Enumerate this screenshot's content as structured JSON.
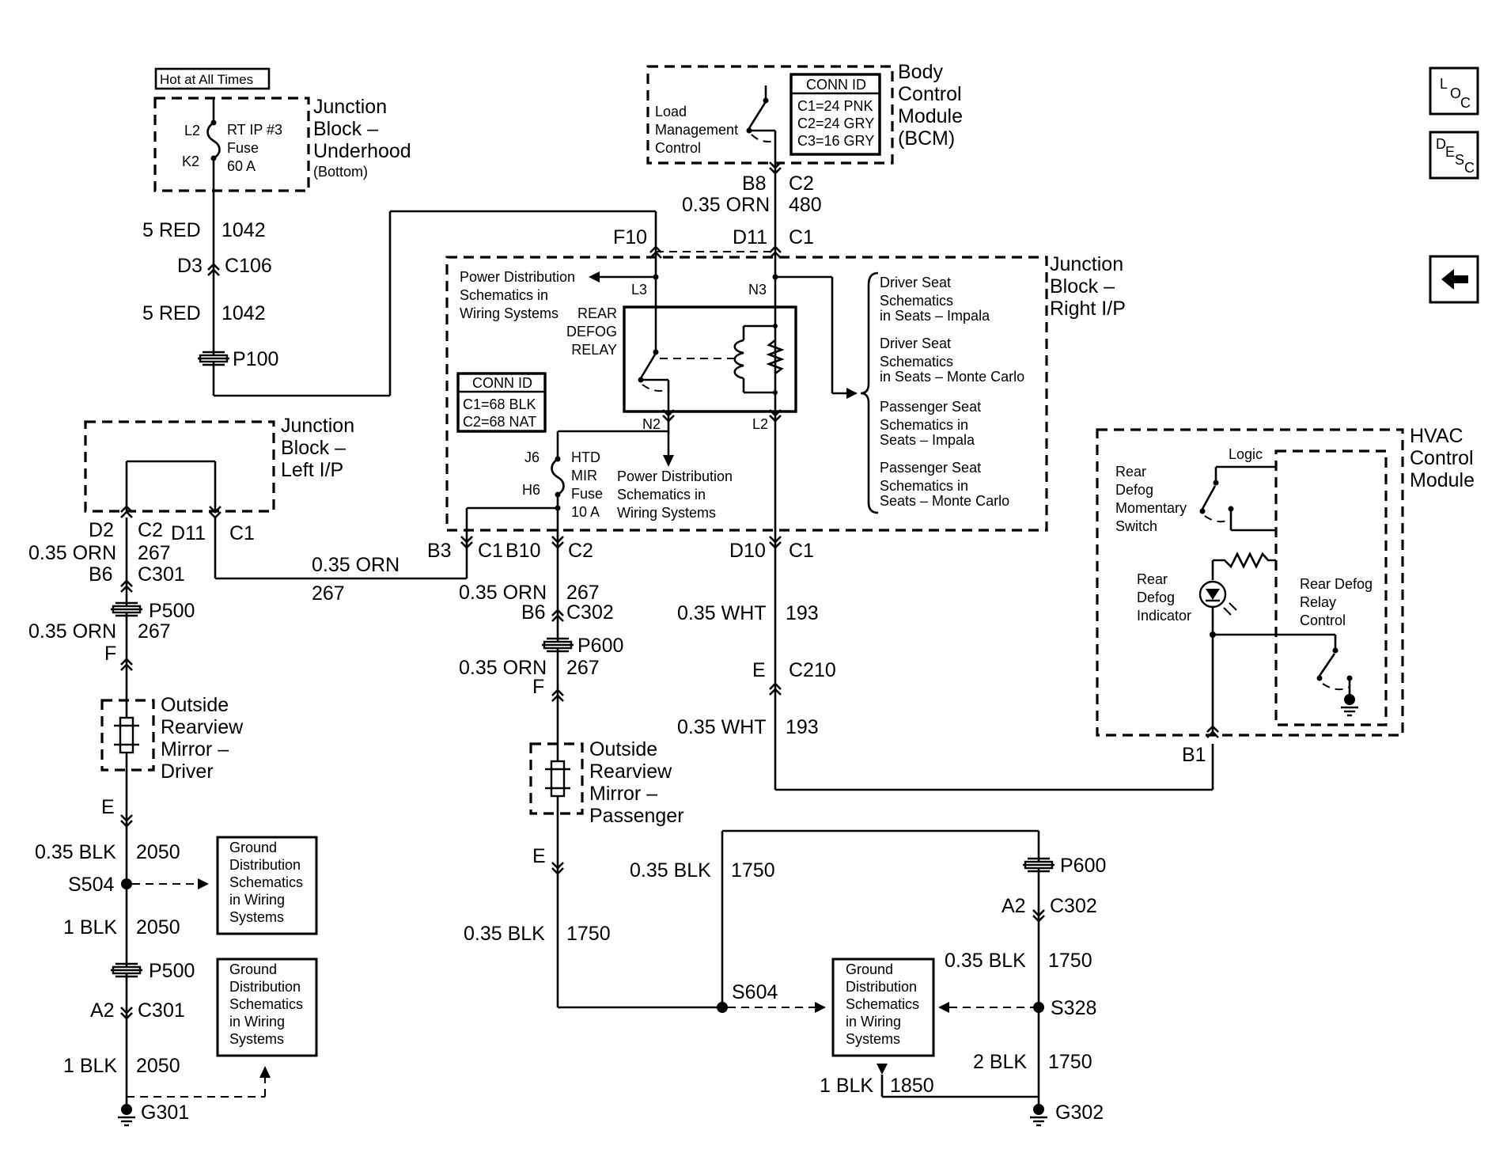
{
  "nav": {
    "loc": [
      "L",
      "O",
      "C"
    ],
    "desc": [
      "D",
      "E",
      "S",
      "C"
    ]
  },
  "labels": {
    "hot": "Hot at All Times",
    "jbu": [
      "Junction",
      "Block –",
      "Underhood",
      "(Bottom)"
    ],
    "fuse": [
      "RT IP #3",
      "Fuse",
      "60 A"
    ],
    "fl2": "L2",
    "fk2": "K2",
    "w1": [
      "5 RED",
      "1042",
      "D3",
      "C106",
      "5 RED",
      "1042",
      "P100"
    ],
    "bcm": [
      "Body",
      "Control",
      "Module",
      "(BCM)"
    ],
    "lmc": [
      "Load",
      "Management",
      "Control"
    ],
    "conn1": [
      "CONN ID",
      "C1=24 PNK",
      "C2=24 GRY",
      "C3=16 GRY"
    ],
    "bcmw": [
      "B8",
      "C2",
      "0.35 ORN",
      "480",
      "F10",
      "D11",
      "C1"
    ],
    "jbr": [
      "Junction",
      "Block –",
      "Right I/P"
    ],
    "pds1": [
      "Power Distribution",
      "Schematics in",
      "Wiring Systems"
    ],
    "relay": [
      "REAR",
      "DEFOG",
      "RELAY"
    ],
    "pins": [
      "L3",
      "N3",
      "N2",
      "L2",
      "J6",
      "H6"
    ],
    "conn2": [
      "CONN ID",
      "C1=68 BLK",
      "C2=68 NAT"
    ],
    "htd": [
      "HTD",
      "MIR",
      "Fuse",
      "10 A"
    ],
    "pds2": [
      "Power Distribution",
      "Schematics in",
      "Wiring Systems"
    ],
    "seats": [
      "Driver Seat",
      "Schematics",
      "in Seats – Impala",
      "Driver Seat",
      "Schematics",
      "in Seats – Monte Carlo",
      "Passenger Seat",
      "Schematics in",
      "Seats – Impala",
      "Passenger Seat",
      "Schematics in",
      "Seats – Monte Carlo"
    ],
    "jbl": [
      "Junction",
      "Block –",
      "Left I/P"
    ],
    "lw": [
      "D2",
      "C2",
      "D11",
      "C1",
      "0.35 ORN",
      "267",
      "B6",
      "C301",
      "P500",
      "0.35 ORN",
      "267",
      "F"
    ],
    "mw": [
      "0.35 ORN",
      "267",
      "B3",
      "C1",
      "B10",
      "C2",
      "0.35 ORN",
      "267",
      "B6",
      "C302",
      "P600",
      "0.35 ORN",
      "267",
      "F"
    ],
    "rw": [
      "D10",
      "C1",
      "0.35 WHT",
      "193",
      "E",
      "C210",
      "0.35 WHT",
      "193",
      "B1"
    ],
    "hvac": [
      "HVAC",
      "Control",
      "Module"
    ],
    "hvi": [
      "Rear",
      "Defog",
      "Momentary",
      "Switch",
      "Logic",
      "Rear",
      "Defog",
      "Indicator",
      "Rear Defog",
      "Relay",
      "Control"
    ],
    "mirD": [
      "Outside",
      "Rearview",
      "Mirror –",
      "Driver"
    ],
    "mirP": [
      "Outside",
      "Rearview",
      "Mirror –",
      "Passenger"
    ],
    "gl": [
      "E",
      "0.35 BLK",
      "2050",
      "S504",
      "1 BLK",
      "2050",
      "P500",
      "A2",
      "C301",
      "1 BLK",
      "2050",
      "G301"
    ],
    "gm": [
      "E",
      "0.35 BLK",
      "1750",
      "0.35 BLK",
      "1750",
      "S604"
    ],
    "gr": [
      "P600",
      "A2",
      "C302",
      "0.35 BLK",
      "1750",
      "S328",
      "2 BLK",
      "1750",
      "G302",
      "1 BLK",
      "1850"
    ],
    "gds": [
      "Ground",
      "Distribution",
      "Schematics",
      "in Wiring",
      "Systems"
    ]
  }
}
